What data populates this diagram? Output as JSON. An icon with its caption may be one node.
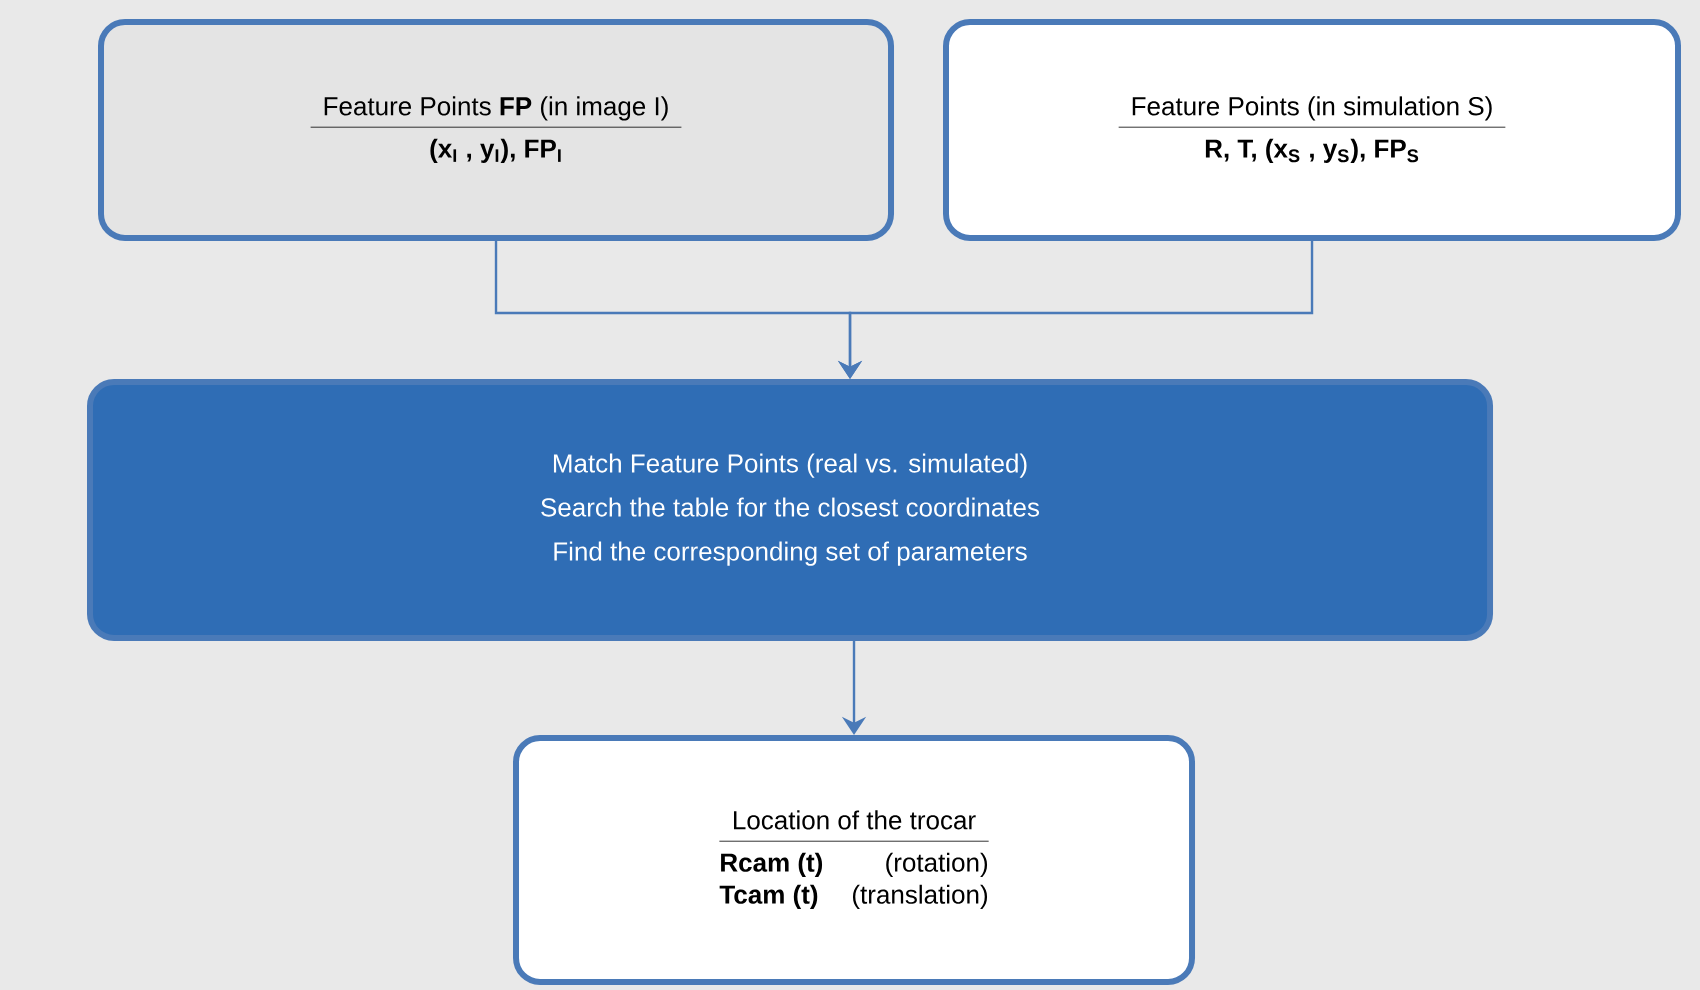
{
  "diagram": {
    "nodes": [
      {
        "text": [
          "Feature Points **FP** (in image I)",
          "(x$_{I}$ , y$_{I}$), FP$_{I}$"
        ]
      },
      {
        "text": [
          "Feature Points (in simulation S)",
          "R, T, (x$_{S}$ , y$_{S}$), FP$_{S}$"
        ]
      },
      {
        "text": [
          "Match Feature Points (real vs. simulated)",
          "Search the table for the closest coordinates",
          "Find the corresponding set of parameters"
        ]
      },
      {
        "text": [
          "Location of the trocar",
          "Rcam (t)",
          "(rotation)",
          "Tcam (t)",
          "(translation)"
        ]
      }
    ],
    "edges": [
      {
        "from": 0,
        "to": 2,
        "arrow": "to"
      },
      {
        "from": 1,
        "to": 2,
        "arrow": "to"
      },
      {
        "from": 2,
        "to": 3,
        "arrow": "to"
      }
    ]
  }
}
